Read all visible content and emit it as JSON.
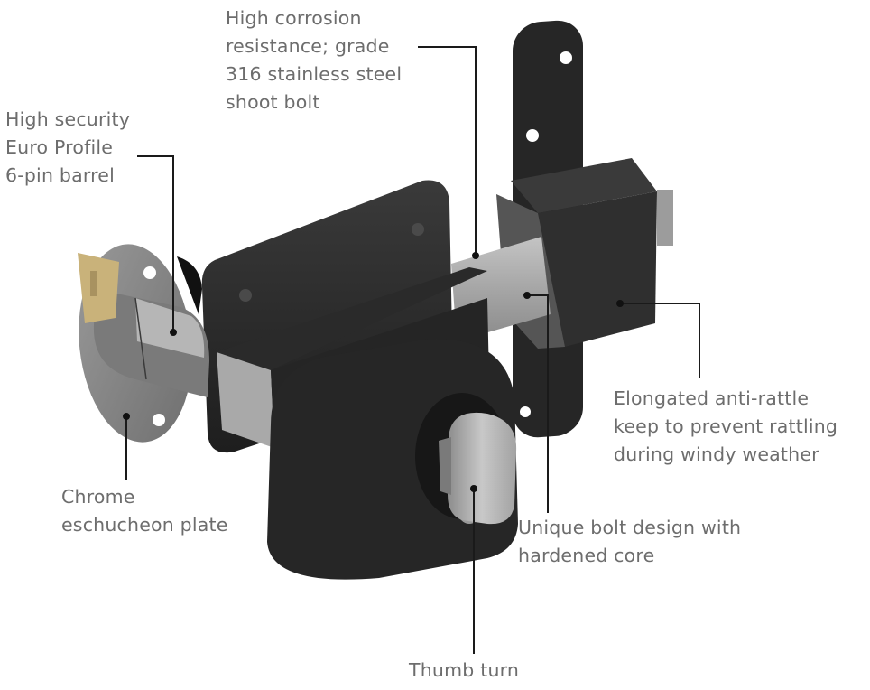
{
  "diagram": {
    "subject": "Long-throw gate lock with anti-rattle keep",
    "colors": {
      "label_text": "#6d6d6d",
      "leader_line": "#1a1a1a",
      "body_black": "#2a2a2a",
      "steel": "#a9a9a9",
      "chrome": "#8e8e8e",
      "key_brass": "#c9b27a",
      "background": "#ffffff"
    },
    "callouts": [
      {
        "id": "euro-profile-barrel",
        "lines": [
          "High security",
          "Euro Profile",
          "6-pin barrel"
        ],
        "target": "cylinder barrel"
      },
      {
        "id": "shoot-bolt",
        "lines": [
          "High corrosion",
          "resistance; grade",
          "316 stainless steel",
          "shoot bolt"
        ],
        "target": "stainless steel bolt"
      },
      {
        "id": "anti-rattle-keep",
        "lines": [
          "Elongated anti-rattle",
          "keep to prevent rattling",
          "during windy weather"
        ],
        "target": "keep"
      },
      {
        "id": "hardened-core-bolt",
        "lines": [
          "Unique bolt design with",
          "hardened core"
        ],
        "target": "bolt core"
      },
      {
        "id": "escutcheon-plate",
        "lines": [
          "Chrome",
          "eschucheon plate"
        ],
        "target": "chrome escutcheon"
      },
      {
        "id": "thumb-turn",
        "lines": [
          "Thumb turn"
        ],
        "target": "thumb turn knob"
      }
    ]
  }
}
